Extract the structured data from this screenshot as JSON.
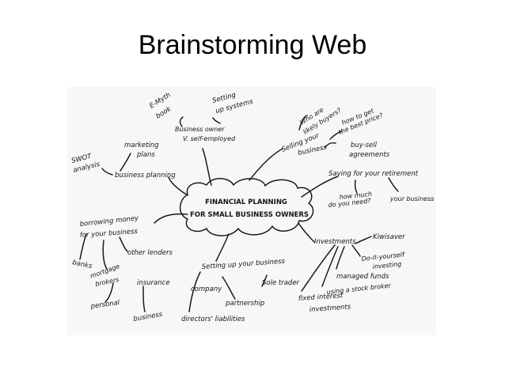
{
  "slide": {
    "title": "Brainstorming Web"
  },
  "diagram": {
    "center": [
      "FINANCIAL PLANNING",
      "FOR SMALL BUSINESS OWNERS"
    ],
    "labels": {
      "emyth": [
        "E-Myth",
        "book"
      ],
      "systems": [
        "Setting",
        "up systems"
      ],
      "owner": [
        "Business owner",
        "V. self-employed"
      ],
      "marketing": [
        "marketing",
        "plans"
      ],
      "swot": [
        "SWOT",
        "analysis"
      ],
      "bizplan": "business planning",
      "buyers": [
        "Who are",
        "likely buyers?"
      ],
      "price": [
        "how to get",
        "the best price?"
      ],
      "selling": [
        "Selling your",
        "business"
      ],
      "buysell": [
        "buy-sell",
        "agreements"
      ],
      "retirement": "Saving for your retirement",
      "howmuch": [
        "how much",
        "do you need?"
      ],
      "yourbiz": "your business",
      "borrowing": [
        "borrowing money",
        "for your business"
      ],
      "banks": "banks",
      "mortgage": [
        "mortgage",
        "brokers"
      ],
      "lenders": "other lenders",
      "insurance": "insurance",
      "personal": "personal",
      "business": "business",
      "settingup": "Setting up your business",
      "company": "company",
      "soletrader": "Sole trader",
      "partnership": "partnership",
      "directors": "directors' liabilities",
      "investments": "Investments",
      "kiwisaver": "Kiwisaver",
      "diy": [
        "Do-it-yourself",
        "investing"
      ],
      "managed": "managed funds",
      "broker": "using a stock broker",
      "fixed": [
        "fixed interest",
        "investments"
      ]
    }
  }
}
